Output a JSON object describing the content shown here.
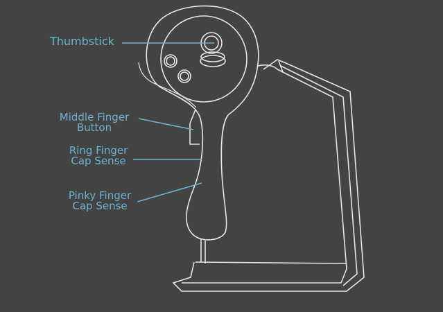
{
  "labels": {
    "thumbstick": "Thumbstick",
    "middle_finger_button": [
      "Middle Finger",
      "Button"
    ],
    "ring_finger_cap_sense": [
      "Ring Finger",
      "Cap Sense"
    ],
    "pinky_finger_cap_sense": [
      "Pinky Finger",
      "Cap Sense"
    ]
  },
  "colors": {
    "background": "#434343",
    "label": "#6fb2cf",
    "outline": "#e6e6e6"
  }
}
